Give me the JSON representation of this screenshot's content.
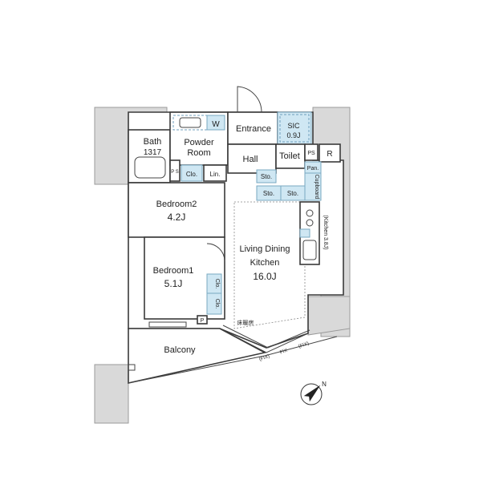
{
  "rooms": {
    "entrance": "Entrance",
    "sic": "SIC",
    "sic_size": "0.9J",
    "w": "W",
    "bath": "Bath",
    "bath_size": "1317",
    "powder_1": "Powder",
    "powder_2": "Room",
    "hall": "Hall",
    "toilet": "Toilet",
    "ps1": "PS",
    "ps2": "P S",
    "r": "R",
    "pan": "Pan.",
    "clo": "Clo.",
    "lin": "Lin.",
    "sto": "Sto.",
    "cupboard": "Cupboard",
    "bedroom2": "Bedroom2",
    "bedroom2_size": "4.2J",
    "bedroom1": "Bedroom1",
    "bedroom1_size": "5.1J",
    "ldk_1": "Living Dining",
    "ldk_2": "Kitchen",
    "ldk_size": "16.0J",
    "kitchen": "(Kitchen 3.8J)",
    "floor_heating": "床暖房",
    "balcony": "Balcony",
    "p": "P",
    "fix": "(FIX)",
    "fix_plain": "FIX",
    "north": "N"
  }
}
